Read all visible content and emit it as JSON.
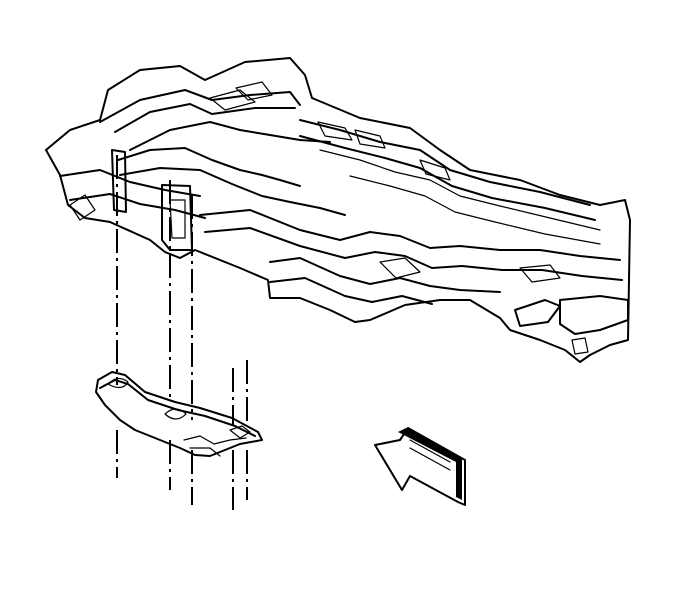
{
  "figure": {
    "colors": {
      "line": "#000000",
      "background": "#ffffff"
    },
    "parts": [
      "underbody-floor-pan",
      "crossmember-brace",
      "fasteners",
      "direction-arrow"
    ]
  }
}
